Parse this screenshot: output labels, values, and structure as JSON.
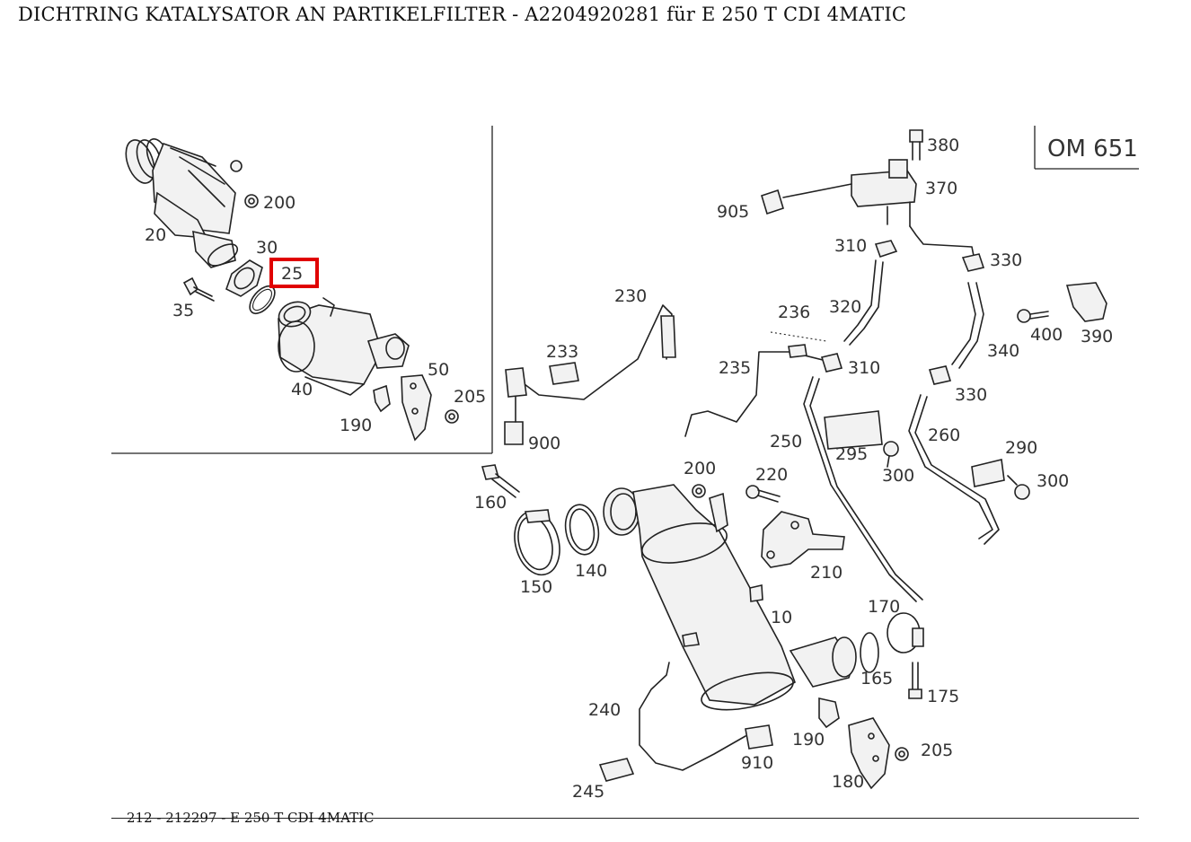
{
  "title": "DICHTRING KATALYSATOR AN PARTIKELFILTER - A2204920281 für E 250 T CDI 4MATIC",
  "footer": "212 - 212297 - E 250 T CDI 4MATIC",
  "engine_code": "OM 651",
  "highlight": {
    "part": "25",
    "color": "#e00000"
  },
  "inset_labels": {
    "p20": "20",
    "p200": "200",
    "p30": "30",
    "p25": "25",
    "p35": "35",
    "p40": "40",
    "p50": "50",
    "p205": "205",
    "p190": "190"
  },
  "labels": {
    "p380": "380",
    "p370": "370",
    "p905": "905",
    "p310a": "310",
    "p330a": "330",
    "p320": "320",
    "p236": "236",
    "p230": "230",
    "p233": "233",
    "p235": "235",
    "p310b": "310",
    "p400": "400",
    "p390": "390",
    "p340": "340",
    "p330b": "330",
    "p900": "900",
    "p250": "250",
    "p295": "295",
    "p300a": "300",
    "p260": "260",
    "p290": "290",
    "p300b": "300",
    "p200": "200",
    "p220": "220",
    "p160": "160",
    "p150": "150",
    "p140": "140",
    "p210": "210",
    "p170": "170",
    "p10": "10",
    "p165": "165",
    "p175": "175",
    "p240": "240",
    "p190": "190",
    "p910": "910",
    "p205": "205",
    "p180": "180",
    "p245": "245"
  }
}
